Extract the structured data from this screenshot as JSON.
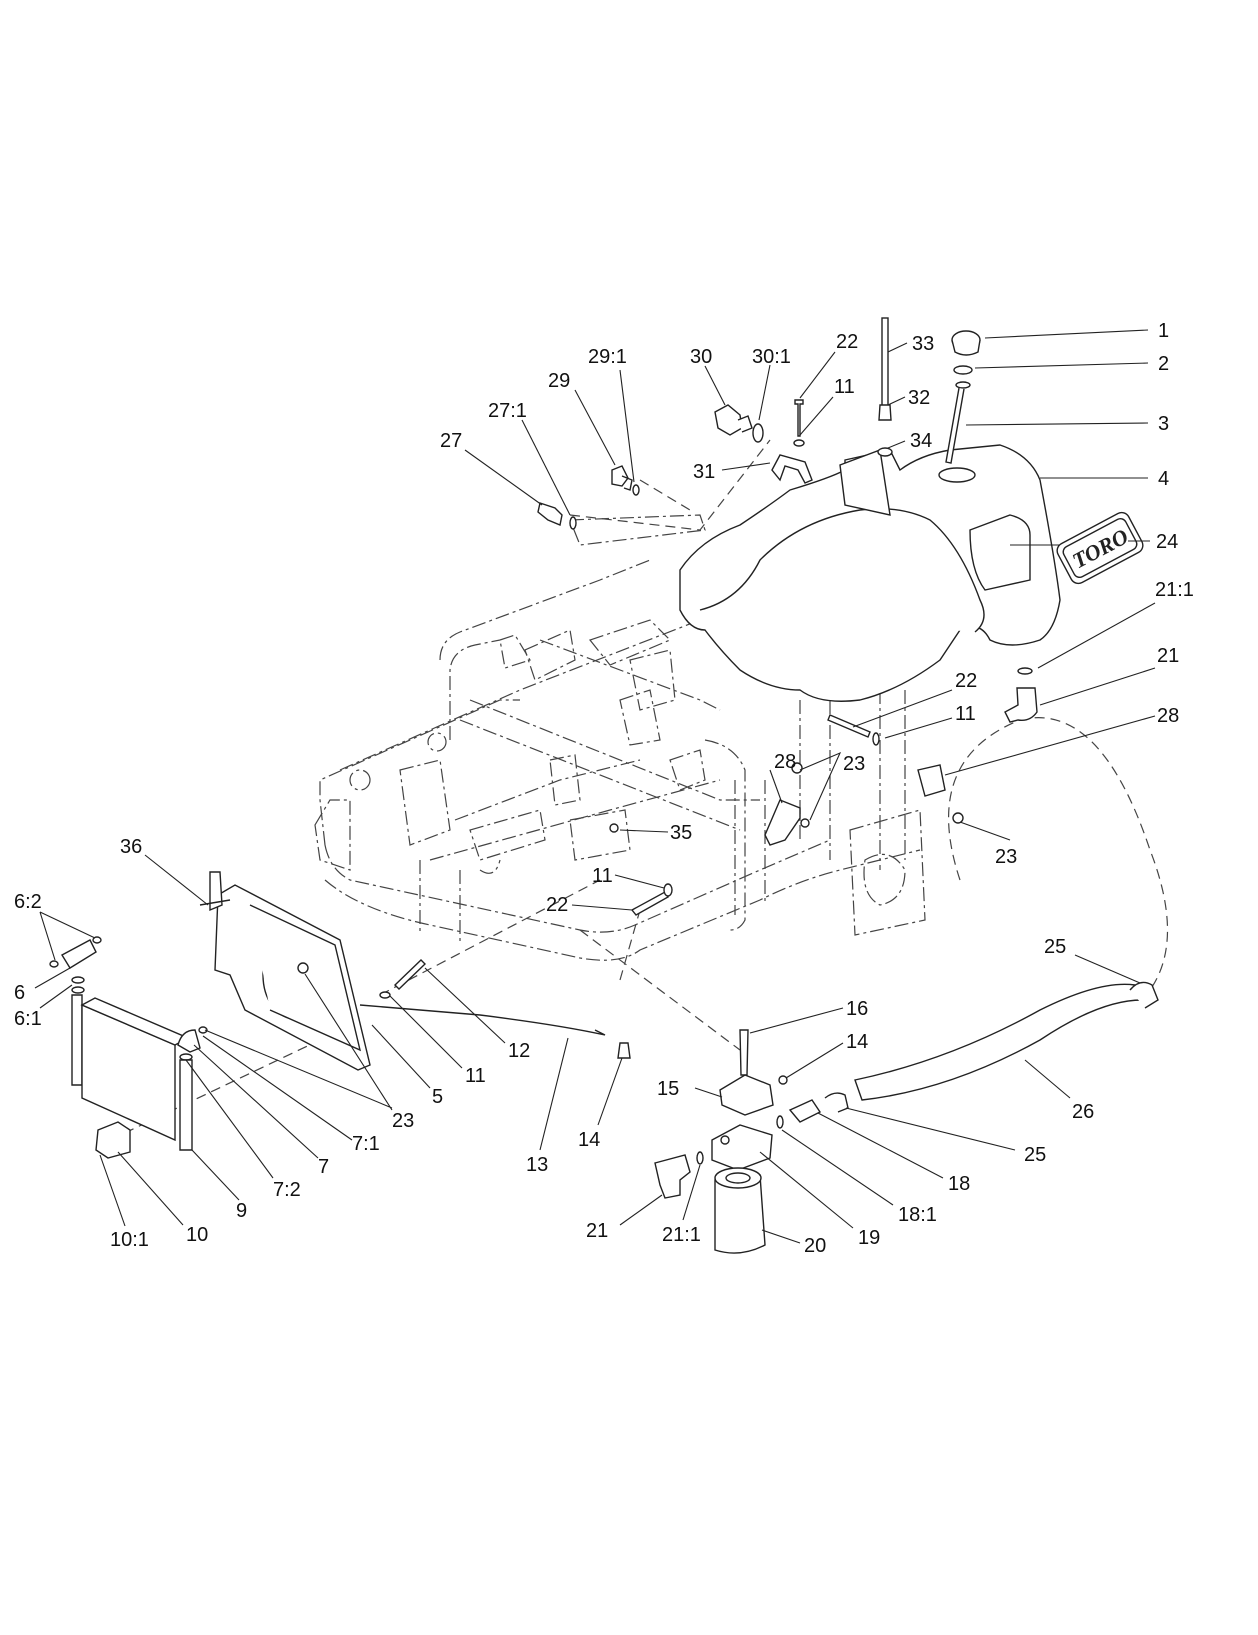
{
  "diagram": {
    "logo_text": "TORO",
    "callouts": [
      {
        "id": "c1",
        "text": "1"
      },
      {
        "id": "c2",
        "text": "2"
      },
      {
        "id": "c3",
        "text": "3"
      },
      {
        "id": "c4",
        "text": "4"
      },
      {
        "id": "c24",
        "text": "24"
      },
      {
        "id": "c21_1a",
        "text": "21:1"
      },
      {
        "id": "c21a",
        "text": "21"
      },
      {
        "id": "c28a",
        "text": "28"
      },
      {
        "id": "c22a",
        "text": "22"
      },
      {
        "id": "c11a",
        "text": "11"
      },
      {
        "id": "c23a",
        "text": "23"
      },
      {
        "id": "c28b",
        "text": "28"
      },
      {
        "id": "c23b",
        "text": "23"
      },
      {
        "id": "c33",
        "text": "33"
      },
      {
        "id": "c32",
        "text": "32"
      },
      {
        "id": "c34",
        "text": "34"
      },
      {
        "id": "c22b",
        "text": "22"
      },
      {
        "id": "c11b",
        "text": "11"
      },
      {
        "id": "c30",
        "text": "30"
      },
      {
        "id": "c30_1",
        "text": "30:1"
      },
      {
        "id": "c31",
        "text": "31"
      },
      {
        "id": "c29_1",
        "text": "29:1"
      },
      {
        "id": "c29",
        "text": "29"
      },
      {
        "id": "c27_1",
        "text": "27:1"
      },
      {
        "id": "c27",
        "text": "27"
      },
      {
        "id": "c35",
        "text": "35"
      },
      {
        "id": "c11c",
        "text": "11"
      },
      {
        "id": "c22c",
        "text": "22"
      },
      {
        "id": "c36",
        "text": "36"
      },
      {
        "id": "c6_2",
        "text": "6:2"
      },
      {
        "id": "c6",
        "text": "6"
      },
      {
        "id": "c6_1",
        "text": "6:1"
      },
      {
        "id": "c12",
        "text": "12"
      },
      {
        "id": "c11d",
        "text": "11"
      },
      {
        "id": "c5",
        "text": "5"
      },
      {
        "id": "c23c",
        "text": "23"
      },
      {
        "id": "c7_1",
        "text": "7:1"
      },
      {
        "id": "c7",
        "text": "7"
      },
      {
        "id": "c7_2",
        "text": "7:2"
      },
      {
        "id": "c9",
        "text": "9"
      },
      {
        "id": "c10",
        "text": "10"
      },
      {
        "id": "c10_1",
        "text": "10:1"
      },
      {
        "id": "c13",
        "text": "13"
      },
      {
        "id": "c14a",
        "text": "14"
      },
      {
        "id": "c16",
        "text": "16"
      },
      {
        "id": "c14b",
        "text": "14"
      },
      {
        "id": "c15",
        "text": "15"
      },
      {
        "id": "c25a",
        "text": "25"
      },
      {
        "id": "c25b",
        "text": "25"
      },
      {
        "id": "c26",
        "text": "26"
      },
      {
        "id": "c18",
        "text": "18"
      },
      {
        "id": "c18_1",
        "text": "18:1"
      },
      {
        "id": "c19",
        "text": "19"
      },
      {
        "id": "c20",
        "text": "20"
      },
      {
        "id": "c21_1b",
        "text": "21:1"
      },
      {
        "id": "c21b",
        "text": "21"
      }
    ]
  }
}
